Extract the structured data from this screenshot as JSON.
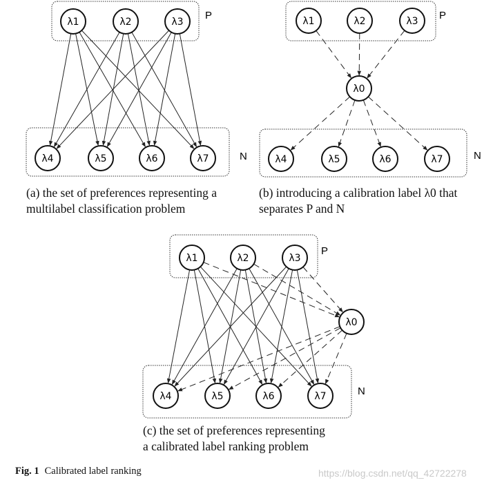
{
  "diagrams": {
    "a": {
      "P_label": "P",
      "N_label": "N",
      "top_nodes": [
        "λ1",
        "λ2",
        "λ3"
      ],
      "bottom_nodes": [
        "λ4",
        "λ5",
        "λ6",
        "λ7"
      ],
      "caption_line1": "(a) the set of preferences representing a",
      "caption_line2": "multilabel classification problem"
    },
    "b": {
      "P_label": "P",
      "N_label": "N",
      "top_nodes": [
        "λ1",
        "λ2",
        "λ3"
      ],
      "middle_node": "λ0",
      "bottom_nodes": [
        "λ4",
        "λ5",
        "λ6",
        "λ7"
      ],
      "caption_line1": "(b) introducing a calibration label λ0 that",
      "caption_line2": "separates P and N"
    },
    "c": {
      "P_label": "P",
      "N_label": "N",
      "top_nodes": [
        "λ1",
        "λ2",
        "λ3"
      ],
      "middle_node": "λ0",
      "bottom_nodes": [
        "λ4",
        "λ5",
        "λ6",
        "λ7"
      ],
      "caption_line1": "(c) the set of preferences representing",
      "caption_line2": "a calibrated label ranking problem"
    }
  },
  "figure_caption": {
    "label": "Fig. 1",
    "text": "Calibrated label ranking"
  },
  "watermark": "https://blog.csdn.net/qq_42722278"
}
